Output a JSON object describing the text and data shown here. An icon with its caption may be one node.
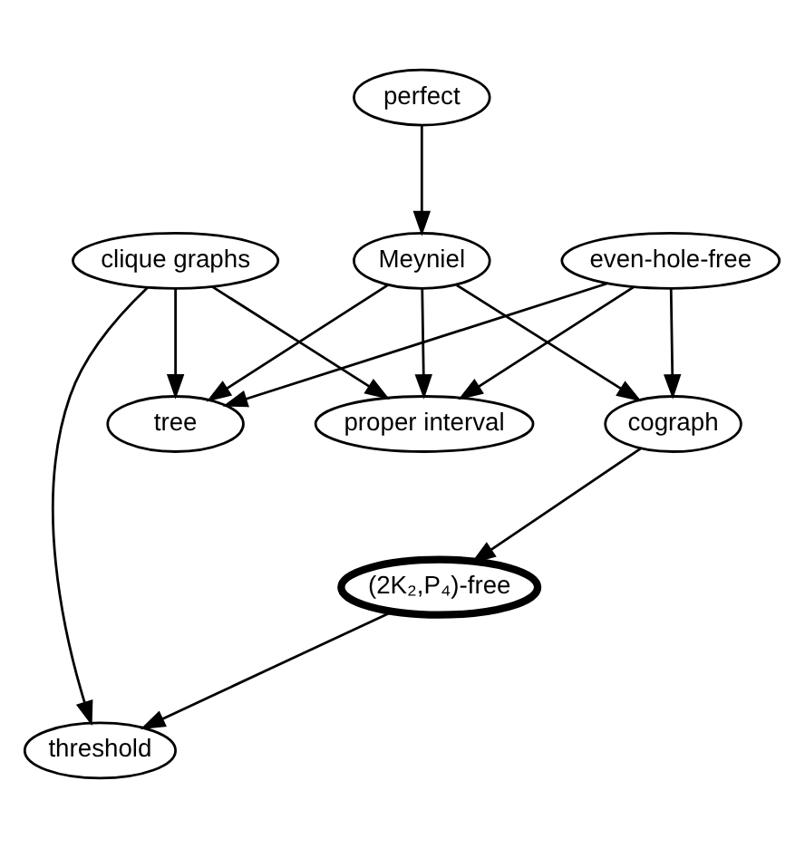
{
  "diagram": {
    "nodes": [
      {
        "text": [
          "perfect"
        ]
      },
      {
        "text": [
          "clique graphs"
        ]
      },
      {
        "text": [
          "even-hole-free"
        ]
      },
      {
        "text": [
          "Meyniel"
        ]
      },
      {
        "text": [
          "tree"
        ]
      },
      {
        "text": [
          "proper interval"
        ]
      },
      {
        "text": [
          "cograph"
        ]
      },
      {
        "text": [
          "(2K₂,P₄)-free"
        ]
      },
      {
        "text": [
          "threshold"
        ]
      }
    ],
    "edges": [
      {
        "from": 0,
        "to": 3,
        "arrow": "to"
      },
      {
        "from": 1,
        "to": 4,
        "arrow": "to"
      },
      {
        "from": 1,
        "to": 5,
        "arrow": "to"
      },
      {
        "from": 1,
        "to": 8,
        "arrow": "to"
      },
      {
        "from": 2,
        "to": 4,
        "arrow": "to"
      },
      {
        "from": 2,
        "to": 5,
        "arrow": "to"
      },
      {
        "from": 2,
        "to": 6,
        "arrow": "to"
      },
      {
        "from": 3,
        "to": 4,
        "arrow": "to"
      },
      {
        "from": 3,
        "to": 5,
        "arrow": "to"
      },
      {
        "from": 3,
        "to": 6,
        "arrow": "to"
      },
      {
        "from": 6,
        "to": 7,
        "arrow": "to"
      },
      {
        "from": 7,
        "to": 8,
        "arrow": "to"
      }
    ]
  }
}
